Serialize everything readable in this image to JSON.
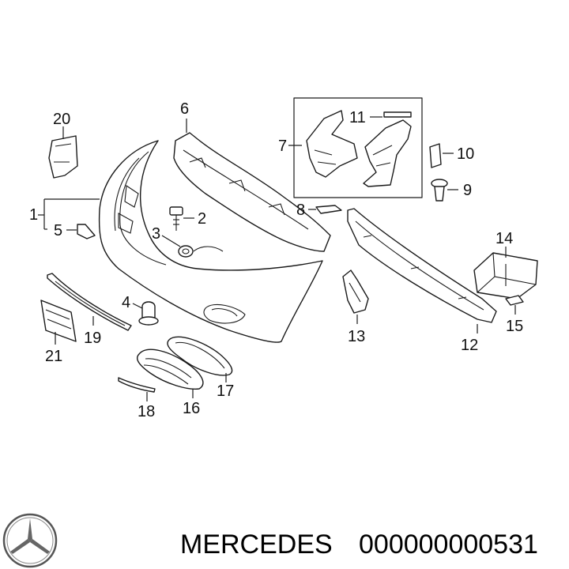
{
  "callouts": {
    "c1": "1",
    "c2": "2",
    "c3": "3",
    "c4": "4",
    "c5": "5",
    "c6": "6",
    "c7": "7",
    "c8": "8",
    "c9": "9",
    "c10": "10",
    "c11": "11",
    "c12": "12",
    "c13": "13",
    "c14": "14",
    "c15": "15",
    "c16": "16",
    "c17": "17",
    "c18": "18",
    "c19": "19",
    "c20": "20",
    "c21": "21"
  },
  "footer": {
    "brand": "MERCEDES",
    "part_number": "000000000531",
    "logo_icon": "mercedes-star-icon"
  },
  "colors": {
    "line": "#1a1a1a",
    "background": "#ffffff"
  }
}
